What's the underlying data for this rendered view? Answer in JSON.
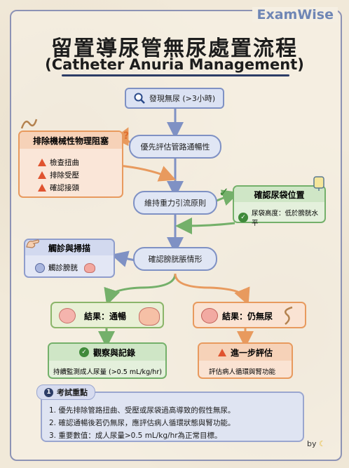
{
  "brand": "ExamWise",
  "title_zh": "留置導尿管無尿處置流程",
  "title_en": "(Catheter Anuria Management)",
  "flow": {
    "start": "發現無尿 (>3小時)",
    "step1": "優先評估管路通暢性",
    "step2": "維持重力引流原則",
    "step3": "確認膀胱脹情形",
    "question_mark": "?"
  },
  "obstruction_panel": {
    "title": "排除機械性物理阻塞",
    "items": [
      "檢查扭曲",
      "排除受壓",
      "確認接頭"
    ]
  },
  "bag_panel": {
    "title": "確認尿袋位置",
    "item": "尿袋高度：低於膀胱水平"
  },
  "palpation_panel": {
    "title": "觸診與掃描",
    "item": "觸診膀胱"
  },
  "result_patent": {
    "label": "結果：通暢"
  },
  "result_anuria": {
    "label": "結果：仍無尿"
  },
  "observe_panel": {
    "title": "觀察與記錄",
    "item": "持續監測成人尿量 (>0.5 mL/kg/hr)"
  },
  "further_panel": {
    "title": "進一步評估",
    "item": "評估病人循環與腎功能"
  },
  "summary": {
    "badge": "1",
    "title": "考試重點",
    "points": [
      "1. 優先排除管路扭曲、受壓或尿袋過高導致的假性無尿。",
      "2. 確認通暢後若仍無尿，應評估病人循環狀態與腎功能。",
      "3. 重要數值：成人尿量>0.5 mL/kg/hr為正常目標。"
    ]
  },
  "byline": "by",
  "colors": {
    "blue": "#7f91c4",
    "orange": "#e89a5e",
    "green": "#5a9a52",
    "red": "#e0532f"
  }
}
